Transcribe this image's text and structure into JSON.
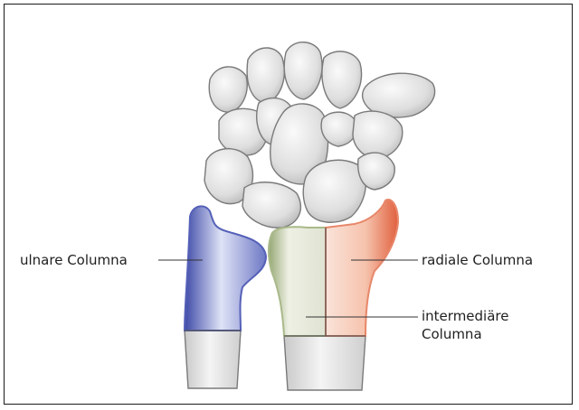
{
  "labels": {
    "ulnar": "ulnare Columna",
    "radial": "radiale Columna",
    "intermediate_line1": "intermediäre",
    "intermediate_line2": "Columna"
  },
  "colors": {
    "ulnar_column": "#5561b8",
    "intermediate_column": "#a9b98a",
    "radial_column": "#e8876a",
    "bone_gray": "#e4e4e4",
    "outline": "#7a7a7a"
  }
}
